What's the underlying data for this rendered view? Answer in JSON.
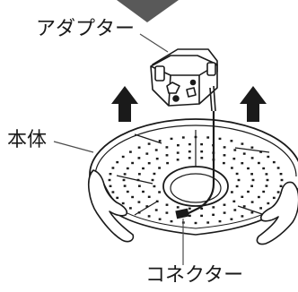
{
  "labels": {
    "adapter": "アダプター",
    "body": "本体",
    "connector": "コネクター"
  },
  "colors": {
    "ink": "#1a1a1a",
    "arrow": "#1a1a1a",
    "pointer": "#4d4d4d",
    "outline": "#1a1a1a",
    "fill": "#ffffff"
  },
  "icons": {
    "top_arrow": "triangle-down-arrow-icon",
    "lift_arrows": "up-arrow-icon"
  }
}
